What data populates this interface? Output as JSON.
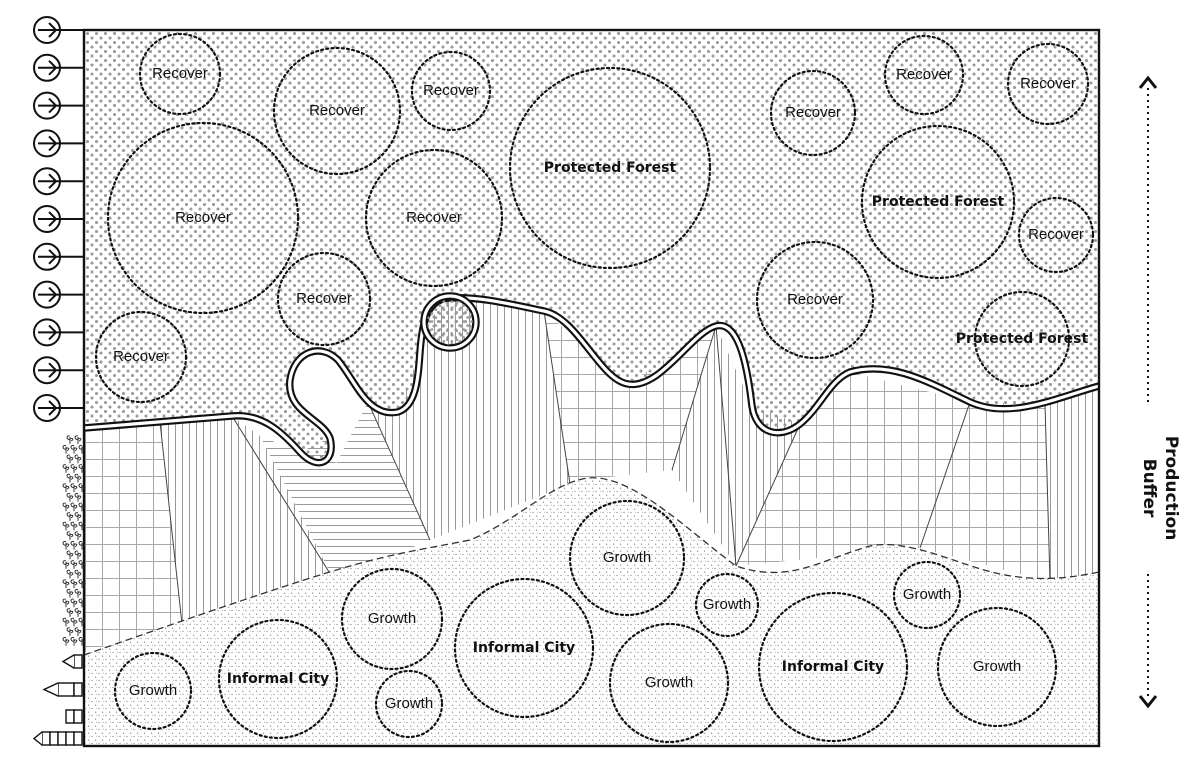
{
  "forest_zones": [
    {
      "label": "Recover",
      "kind": "recover"
    },
    {
      "label": "Recover",
      "kind": "recover"
    },
    {
      "label": "Recover",
      "kind": "recover"
    },
    {
      "label": "Recover",
      "kind": "recover"
    },
    {
      "label": "Recover",
      "kind": "recover"
    },
    {
      "label": "Recover",
      "kind": "recover"
    },
    {
      "label": "Recover",
      "kind": "recover"
    },
    {
      "label": "Recover",
      "kind": "recover"
    },
    {
      "label": "Recover",
      "kind": "recover"
    },
    {
      "label": "Recover",
      "kind": "recover"
    },
    {
      "label": "Recover",
      "kind": "recover"
    },
    {
      "label": "Recover",
      "kind": "recover"
    },
    {
      "label": "Protected Forest",
      "kind": "protected"
    },
    {
      "label": "Protected Forest",
      "kind": "protected"
    },
    {
      "label": "Protected Forest",
      "kind": "protected"
    }
  ],
  "city_zones": [
    {
      "label": "Growth",
      "kind": "growth"
    },
    {
      "label": "Growth",
      "kind": "growth"
    },
    {
      "label": "Growth",
      "kind": "growth"
    },
    {
      "label": "Growth",
      "kind": "growth"
    },
    {
      "label": "Growth",
      "kind": "growth"
    },
    {
      "label": "Growth",
      "kind": "growth"
    },
    {
      "label": "Growth",
      "kind": "growth"
    },
    {
      "label": "Growth",
      "kind": "growth"
    },
    {
      "label": "Informal City",
      "kind": "city"
    },
    {
      "label": "Informal City",
      "kind": "city"
    },
    {
      "label": "Informal City",
      "kind": "city"
    }
  ],
  "side_label": {
    "line1": "Production",
    "line2": "Buffer"
  },
  "legend": {
    "tree_icon": "tree-arrow-icon",
    "tree_count": 11,
    "plant_icon": "seedling-icon",
    "house_icon": "house-icon"
  },
  "colors": {
    "ink": "#111111",
    "forest_dot": "#9a9a9a",
    "grid": "#a8a8a8",
    "city_dot": "#8c8c8c",
    "paper": "#ffffff"
  }
}
